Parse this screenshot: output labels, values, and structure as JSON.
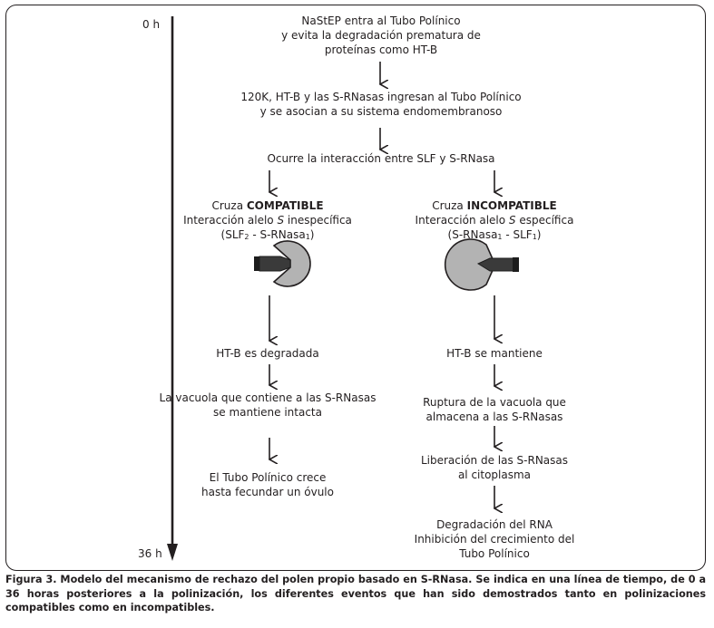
{
  "timeline": {
    "start_label": "0 h",
    "end_label": "36 h"
  },
  "steps": {
    "s1": [
      "NaStEP entra al Tubo Polínico",
      "y evita la degradación prematura de",
      "proteínas como HT-B"
    ],
    "s2": [
      "120K, HT-B  y las S-RNasas ingresan al Tubo Polínico",
      "y se asocian a su sistema endomembranoso"
    ],
    "s3": "Ocurre la interacción entre SLF y S-RNasa"
  },
  "compatible": {
    "title_prefix": "Cruza ",
    "title_bold": "COMPATIBLE",
    "line2_a": "Interacción alelo ",
    "line2_s": "S",
    "line2_b": " inespecífica",
    "line3_a": "(SLF",
    "line3_sub1": "2",
    "line3_b": " - S-RNasa",
    "line3_sub2": "1",
    "line3_c": ")",
    "step1": "HT-B es degradada",
    "step2": [
      "La vacuola que contiene a las S-RNasas",
      "se mantiene intacta"
    ],
    "step3": [
      "El Tubo Polínico crece",
      "hasta fecundar un óvulo"
    ]
  },
  "incompatible": {
    "title_prefix": "Cruza ",
    "title_bold": "INCOMPATIBLE",
    "line2_a": "Interacción alelo ",
    "line2_s": "S",
    "line2_b": " específica",
    "line3_a": "(S-RNasa",
    "line3_sub1": "1",
    "line3_b": " - SLF",
    "line3_sub2": "1",
    "line3_c": ")",
    "step1": "HT-B  se mantiene",
    "step2": [
      "Ruptura de la vacuola que",
      "almacena a las S-RNasas"
    ],
    "step3": [
      "Liberación de las S-RNasas",
      "al citoplasma"
    ],
    "step4": [
      "Degradación del RNA",
      "Inhibición del crecimiento del",
      "Tubo Polínico"
    ]
  },
  "caption": "Figura 3. Modelo del mecanismo de rechazo del polen propio basado en S-RNasa. Se indica en una línea de tiempo, de 0 a 36 horas posteriores a la polinización, los diferentes eventos que han sido demostrados tanto en polinizaciones compatibles como en incompatibles.",
  "colors": {
    "ink": "#231f20",
    "pacman_fill": "#b3b3b3",
    "key_fill": "#3a3a3a"
  }
}
